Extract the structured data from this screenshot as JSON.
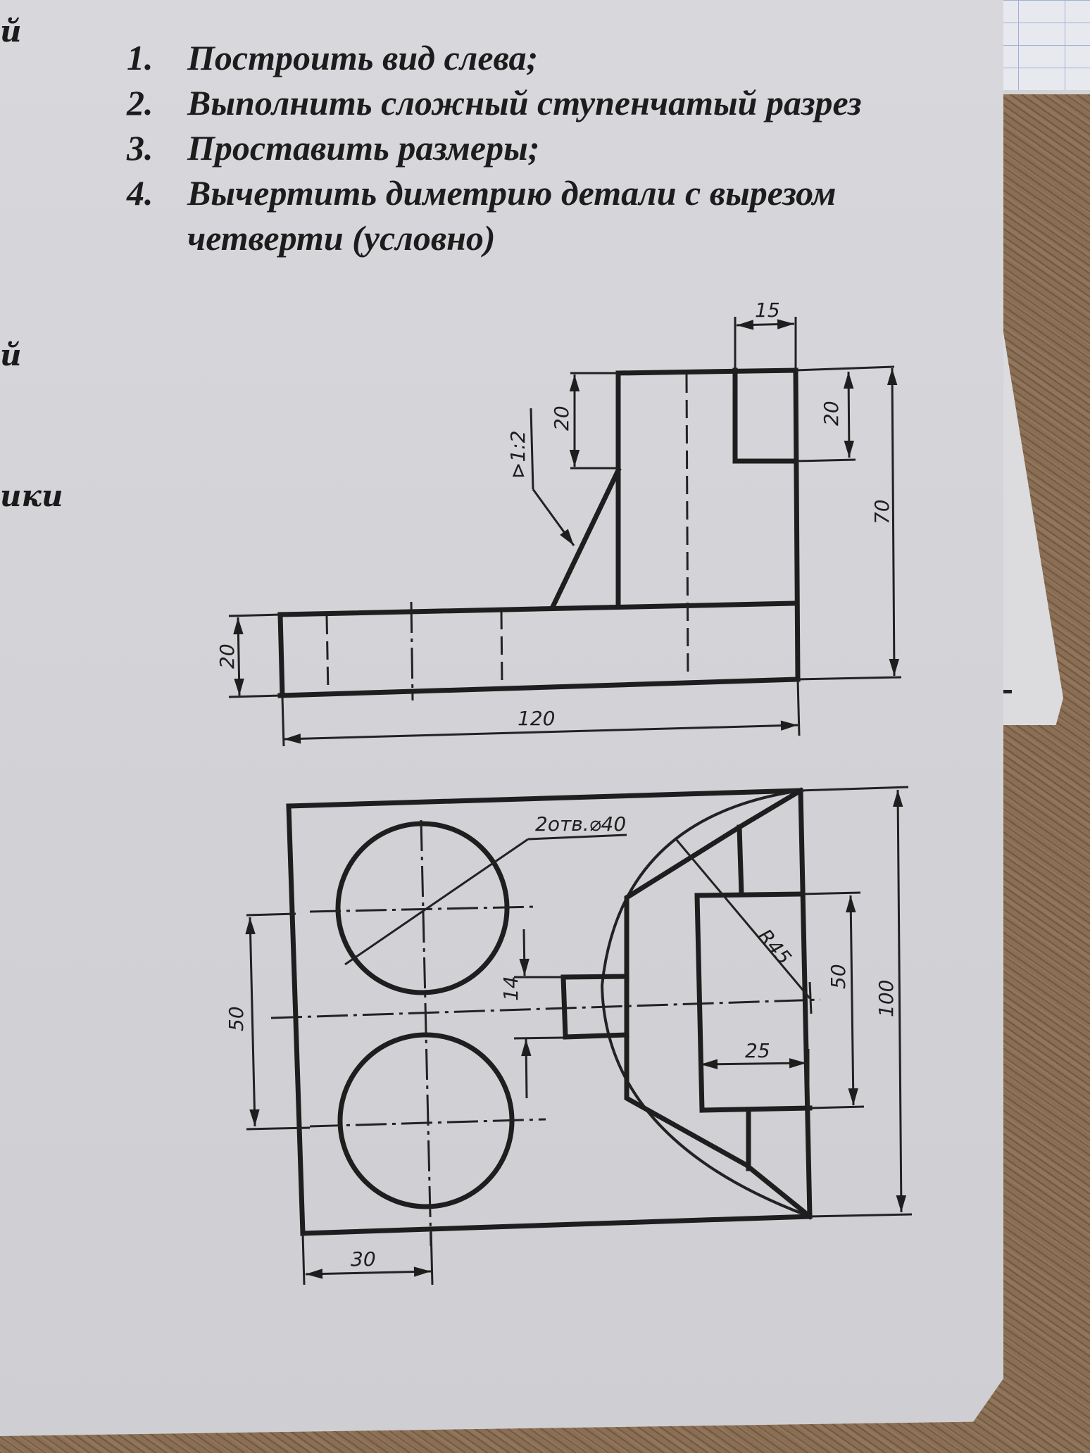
{
  "document": {
    "left_fragments": [
      "й",
      "й",
      "ики"
    ],
    "tasks": [
      {
        "number": "1.",
        "text": "Построить вид слева;"
      },
      {
        "number": "2.",
        "text": "Выполнить сложный ступенчатый разрез"
      },
      {
        "number": "3.",
        "text": "Проставить размеры;"
      },
      {
        "number": "4.",
        "text": "Вычертить диметрию детали с вырезом",
        "continuation": "четверти (условно)"
      }
    ]
  },
  "front_view": {
    "dimensions": {
      "top_width": "15",
      "left_step_height": "20",
      "right_slot_depth": "20",
      "overall_height": "70",
      "base_height": "20",
      "overall_length": "120",
      "slope": "⊳1:2"
    }
  },
  "top_view": {
    "dimensions": {
      "holes": "2отв.⌀40",
      "radius": "R45",
      "hole_spacing": "50",
      "slot_width": "14",
      "pocket_width": "50",
      "overall_width": "100",
      "pocket_depth": "25",
      "hole_offset": "30"
    }
  }
}
